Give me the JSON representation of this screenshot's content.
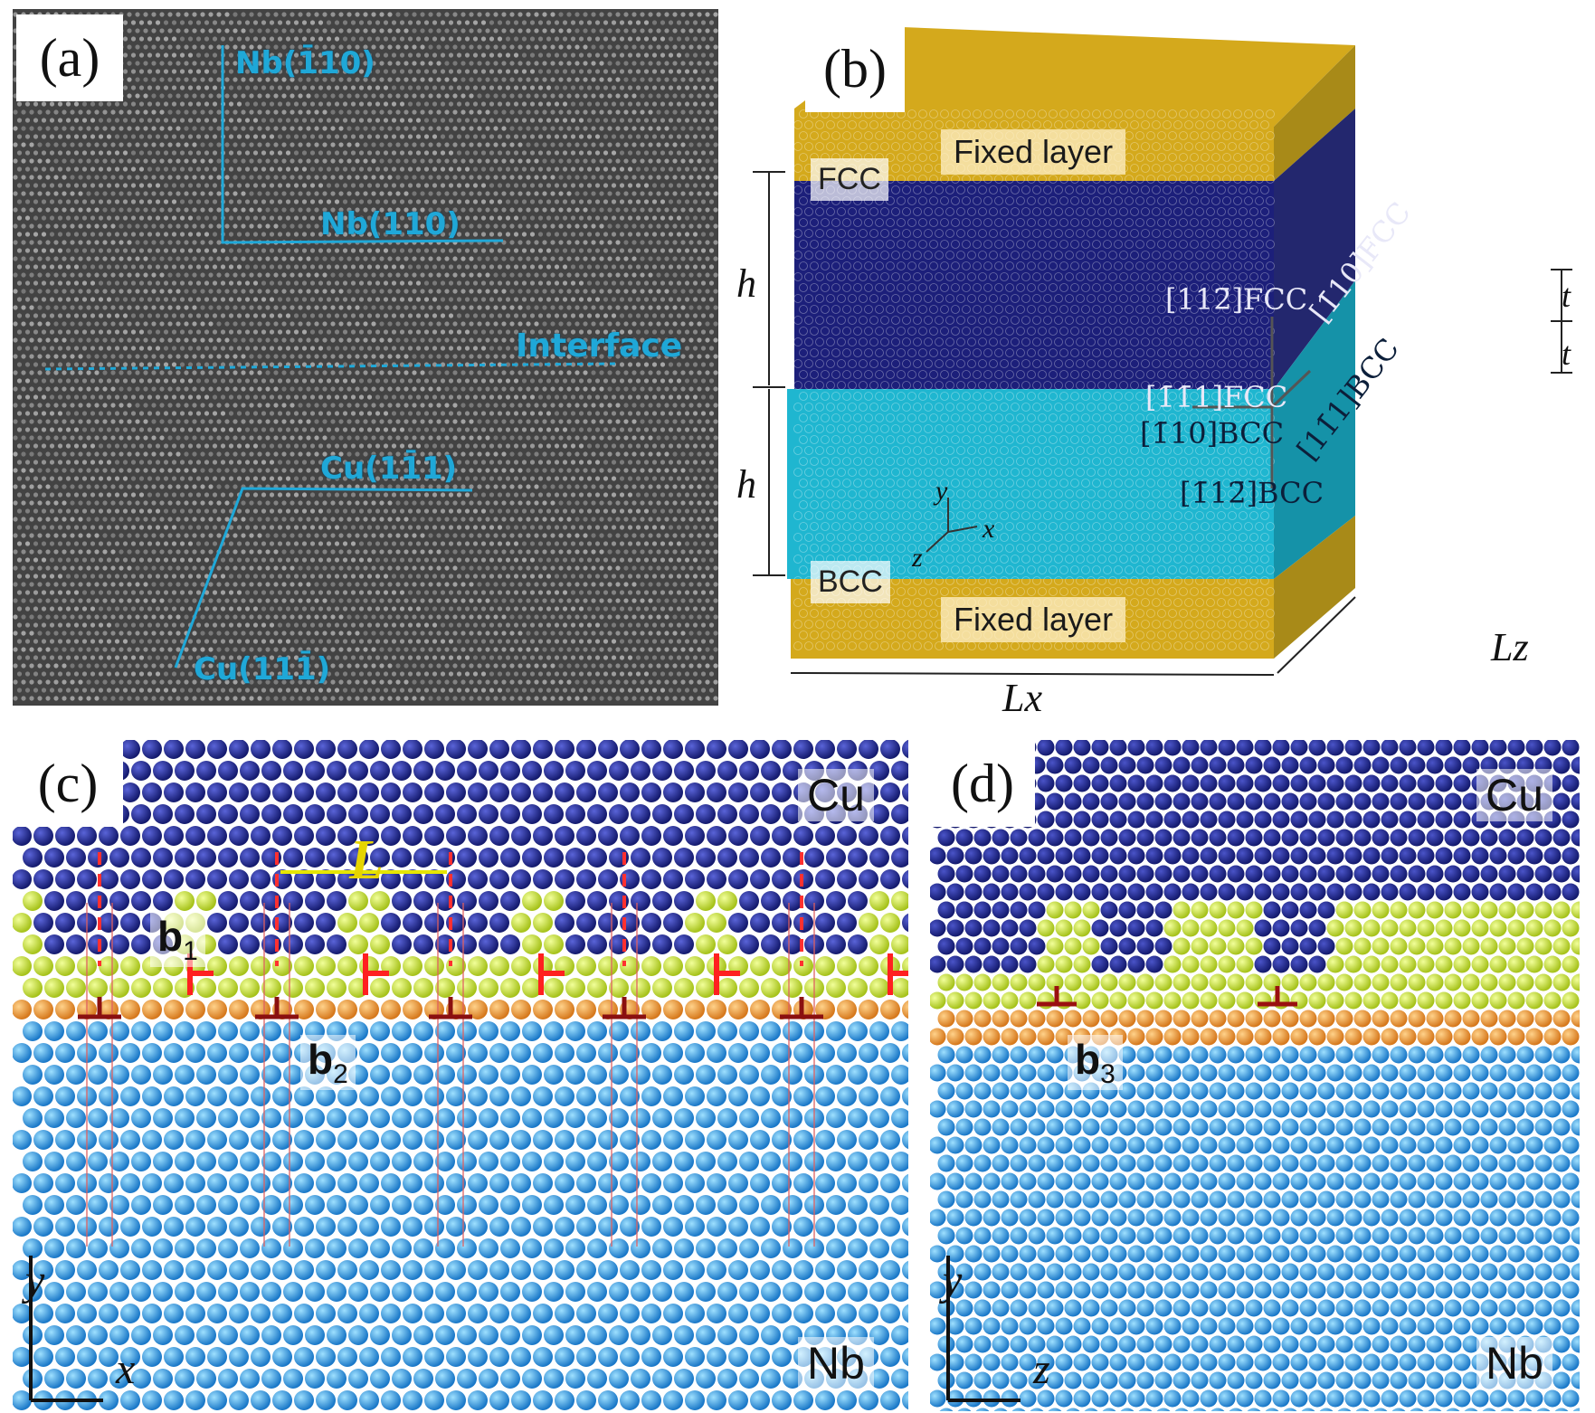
{
  "panel_a": {
    "tag": "(a)",
    "labels": {
      "nb_1bar10": "Nb(1̄10)",
      "nb_110": "Nb(110)",
      "interface": "Interface",
      "cu_11bar1": "Cu(11̄1)",
      "cu_111bar": "Cu(111̄)"
    }
  },
  "panel_b": {
    "tag": "(b)",
    "fixed_layer_top": "Fixed layer",
    "fixed_layer_bottom": "Fixed layer",
    "fcc": "FCC",
    "bcc": "BCC",
    "h_top": "h",
    "h_bottom": "h",
    "lx": "Lx",
    "lz": "Lz",
    "t1": "t",
    "t2": "t",
    "dir_fcc_112": "[112̄]FCC",
    "dir_fcc_110": "[1̄10]FCC",
    "dir_fcc_111": "[1̄1̄1]FCC",
    "dir_bcc_111": "[11̄1]BCC",
    "dir_bcc_110": "[1̄10]BCC",
    "dir_bcc_112": "[1̄12̄]BCC",
    "axis_x": "x",
    "axis_y": "y",
    "axis_z": "z",
    "colors": {
      "fixed": "#d4a91c",
      "fcc": "#1c1f7a",
      "bcc": "#1fb6d0"
    }
  },
  "panel_c": {
    "tag": "(c)",
    "cu": "Cu",
    "nb": "Nb",
    "L": "L",
    "b1": "b",
    "b1_sub": "1",
    "b2": "b",
    "b2_sub": "2",
    "axis_x": "x",
    "axis_y": "y"
  },
  "panel_d": {
    "tag": "(d)",
    "cu": "Cu",
    "nb": "Nb",
    "b3": "b",
    "b3_sub": "3",
    "axis_y": "y",
    "axis_z": "z"
  }
}
